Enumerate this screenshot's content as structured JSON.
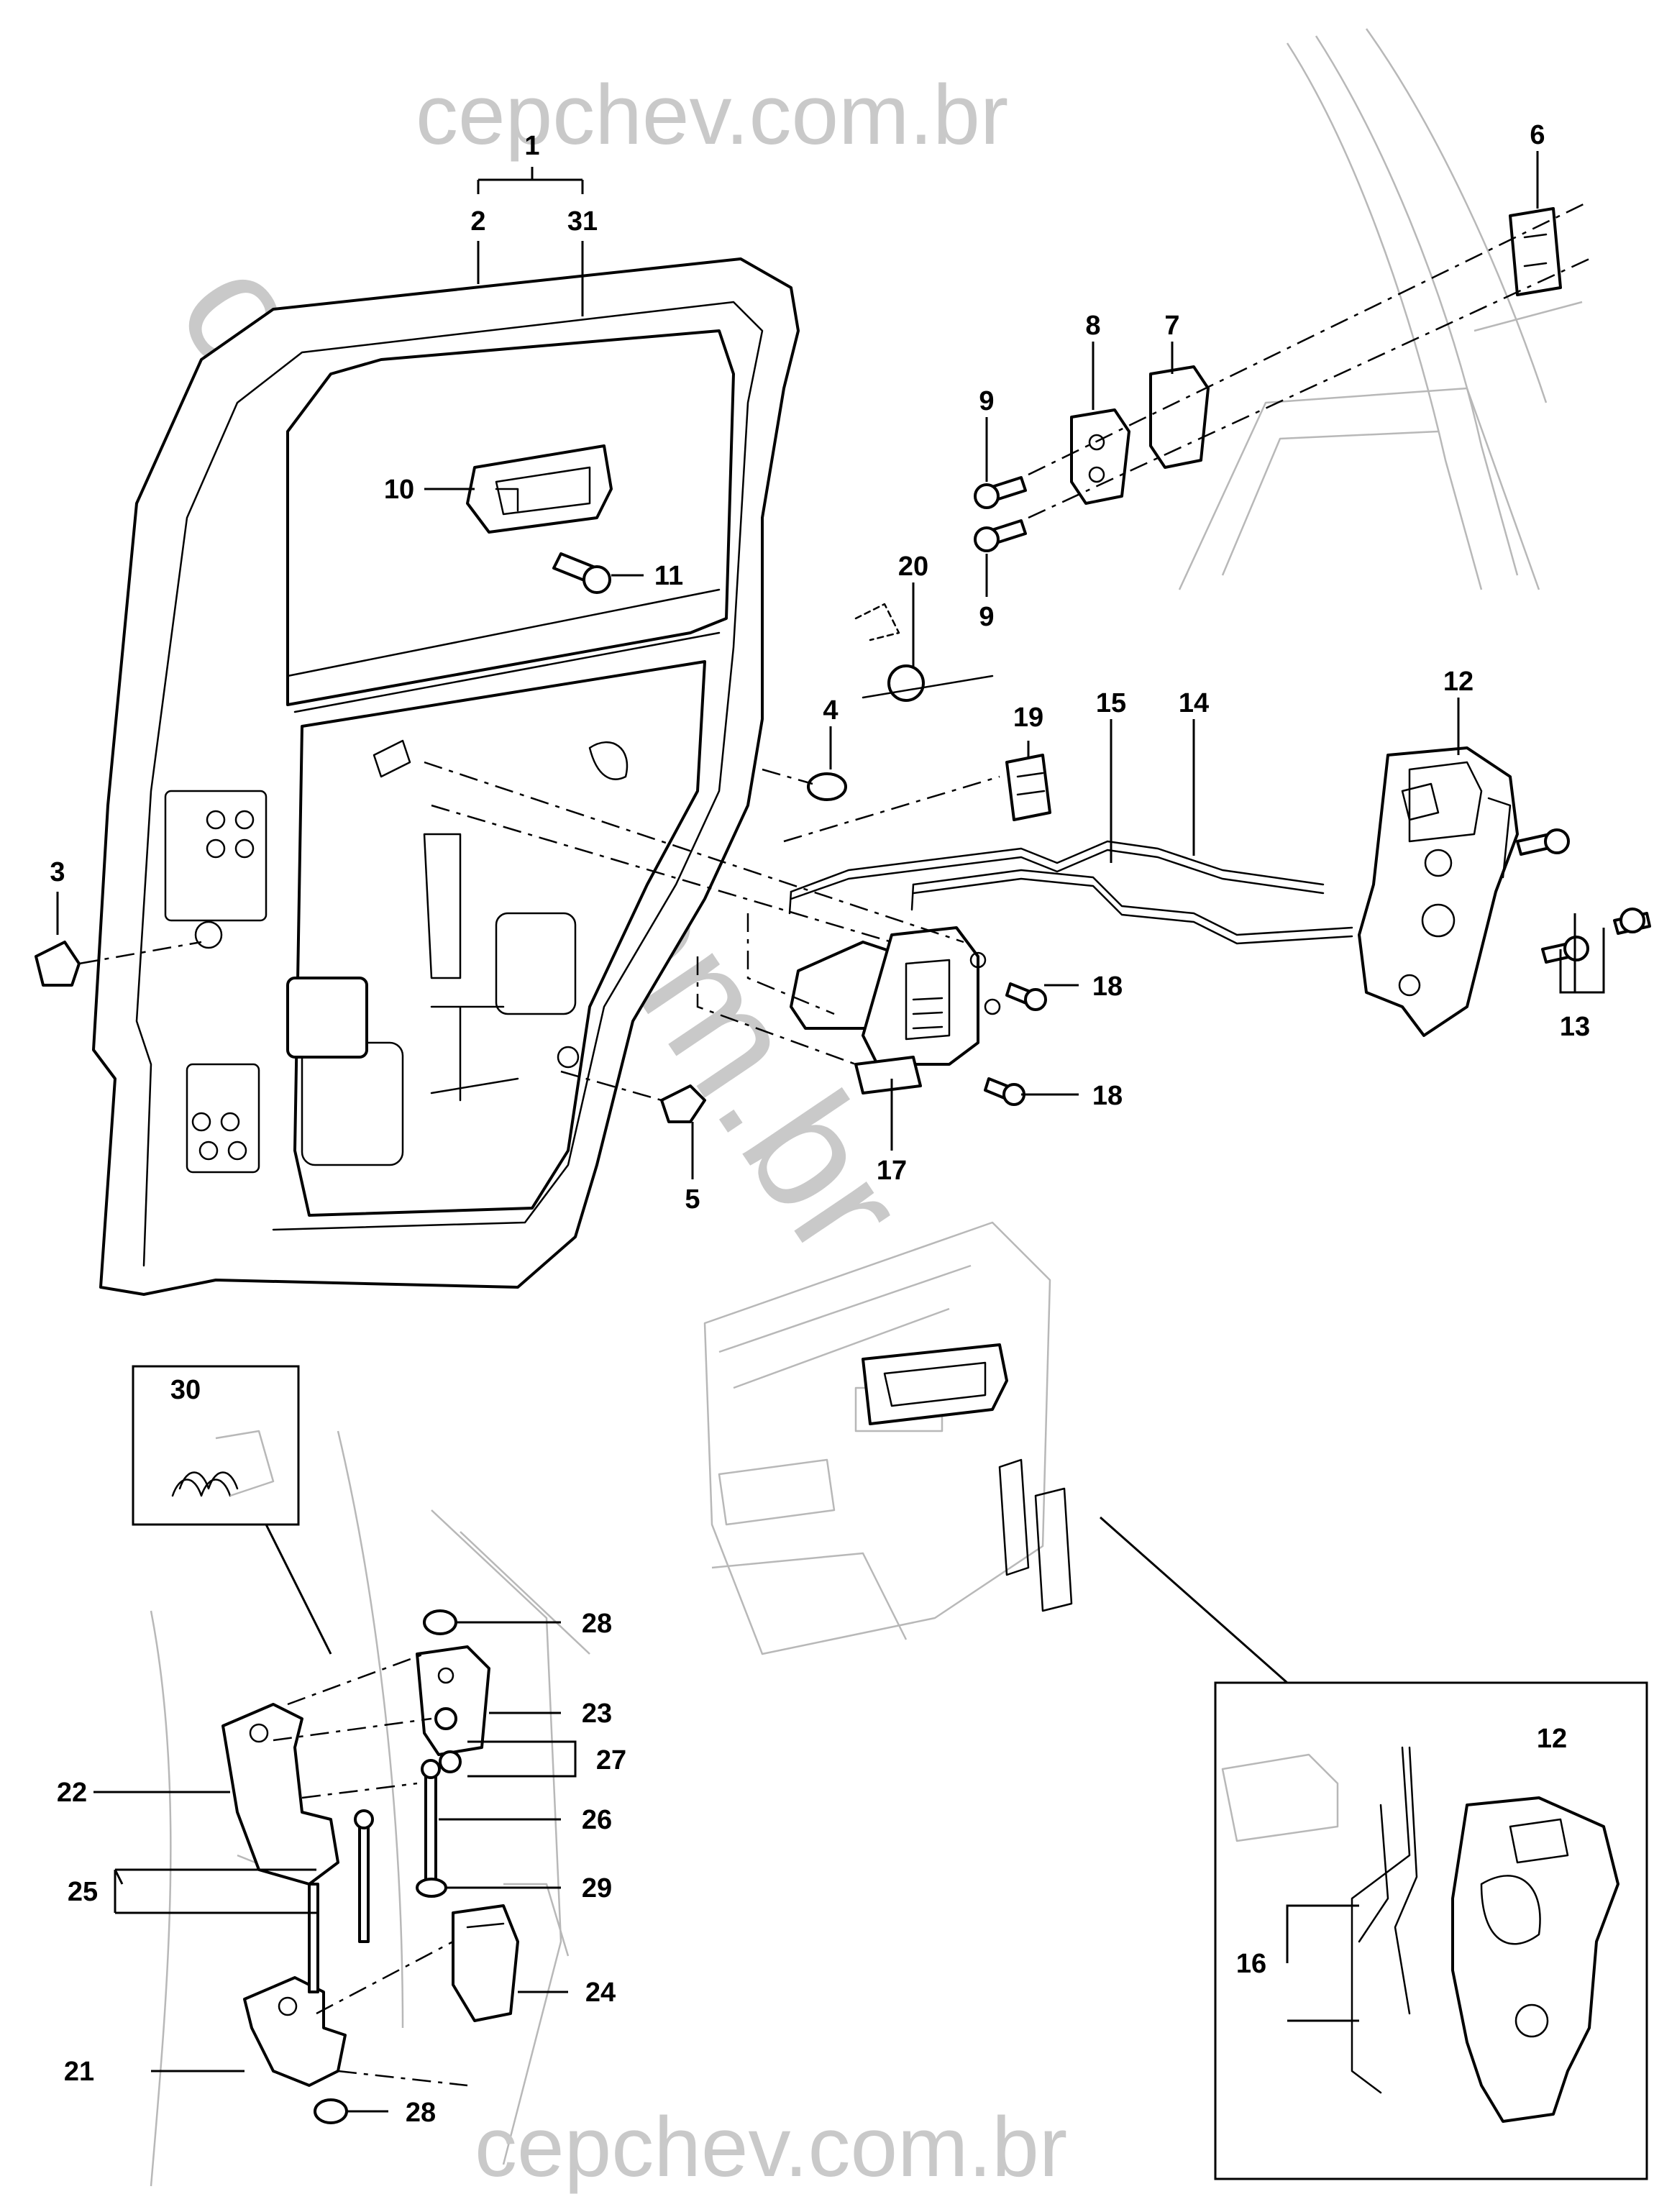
{
  "watermark": {
    "top": "cepchev.com.br",
    "diagonal": "cepchev.com.br",
    "bottom": "cepchev.com.br"
  },
  "callouts": {
    "c1": "1",
    "c2": "2",
    "c31": "31",
    "c3": "3",
    "c4": "4",
    "c5": "5",
    "c6": "6",
    "c7": "7",
    "c8": "8",
    "c9a": "9",
    "c9b": "9",
    "c10": "10",
    "c11": "11",
    "c12": "12",
    "c12b": "12",
    "c13": "13",
    "c14": "14",
    "c15": "15",
    "c16": "16",
    "c17": "17",
    "c18a": "18",
    "c18b": "18",
    "c19": "19",
    "c20": "20",
    "c21": "21",
    "c22": "22",
    "c23": "23",
    "c24": "24",
    "c25": "25",
    "c26": "26",
    "c27": "27",
    "c28a": "28",
    "c28b": "28",
    "c29": "29",
    "c30": "30"
  }
}
